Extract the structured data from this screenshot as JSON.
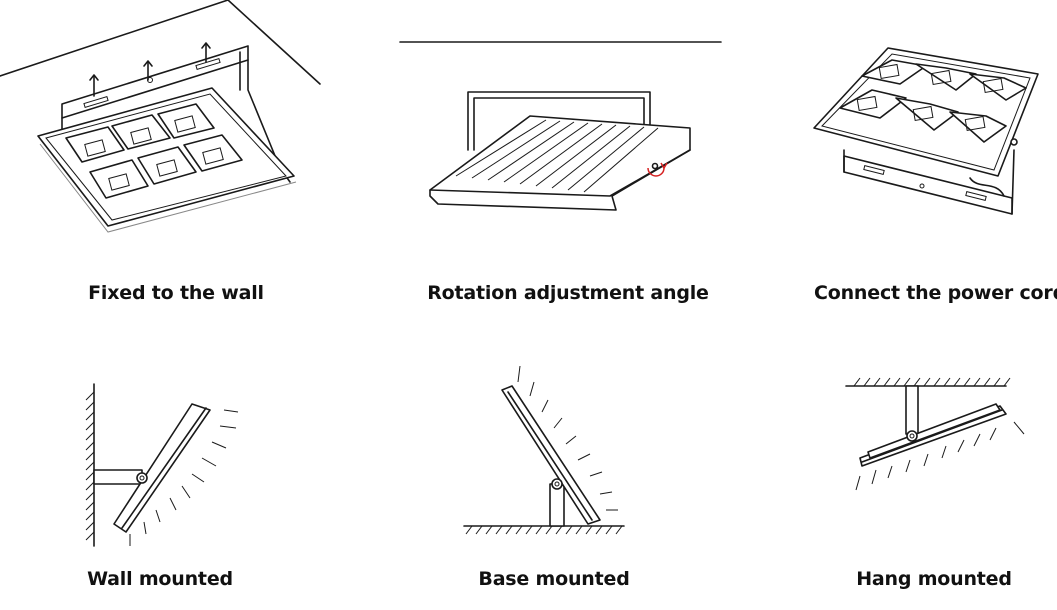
{
  "steps": [
    {
      "caption": "Fixed to the wall"
    },
    {
      "caption": "Rotation adjustment angle"
    },
    {
      "caption": "Connect the power cord"
    },
    {
      "caption": "Wall mounted"
    },
    {
      "caption": "Base mounted"
    },
    {
      "caption": "Hang mounted"
    }
  ],
  "colors": {
    "line": "#1a1a1a",
    "rotation_arrow": "#d62020",
    "background": "#ffffff"
  }
}
